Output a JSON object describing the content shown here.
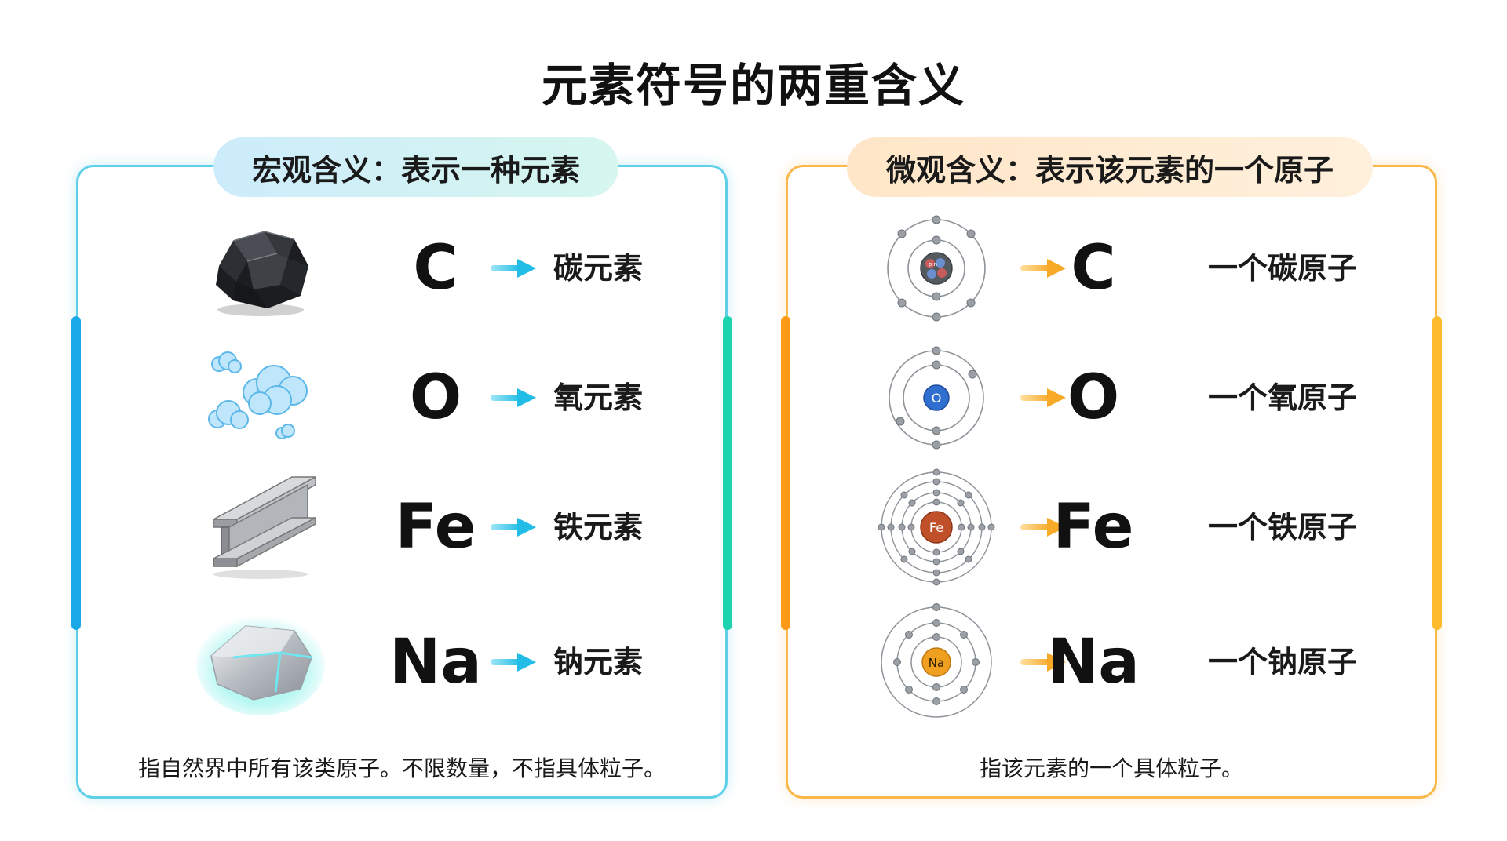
{
  "title": "元素符号的两重含义",
  "macro": {
    "heading": "宏观含义：表示一种元素",
    "rows": [
      {
        "picture": "coal-lump",
        "symbol": "C",
        "label": "碳元素"
      },
      {
        "picture": "gas-clouds",
        "symbol": "O",
        "label": "氧元素"
      },
      {
        "picture": "iron-beam",
        "symbol": "Fe",
        "label": "铁元素"
      },
      {
        "picture": "sodium-metal-lump",
        "symbol": "Na",
        "label": "钠元素"
      }
    ],
    "note": "指自然界中所有该类原子。不限数量，不指具体粒子。",
    "arrow_color": "#2ec4ea"
  },
  "micro": {
    "heading": "微观含义：表示该元素的一个原子",
    "rows": [
      {
        "picture": "carbon-atom-model",
        "nucleus_label": "p n",
        "symbol": "C",
        "label": "一个碳原子"
      },
      {
        "picture": "oxygen-atom-model",
        "nucleus_label": "O",
        "symbol": "O",
        "label": "一个氧原子"
      },
      {
        "picture": "iron-atom-model",
        "nucleus_label": "Fe",
        "symbol": "Fe",
        "label": "一个铁原子"
      },
      {
        "picture": "sodium-atom-model",
        "nucleus_label": "Na",
        "symbol": "Na",
        "label": "一个钠原子"
      }
    ],
    "note": "指该元素的一个具体粒子。",
    "arrow_color": "#f7a928"
  },
  "colors": {
    "macro_border": "#5fd0e8",
    "micro_border": "#f8b84a",
    "carbon_nucleus": "#555a5e",
    "oxygen_nucleus": "#2f6fd0",
    "iron_nucleus": "#c0502a",
    "sodium_nucleus": "#f0a020"
  }
}
